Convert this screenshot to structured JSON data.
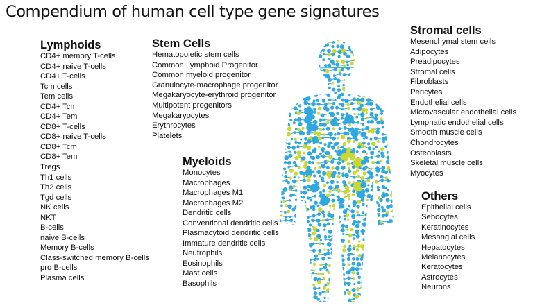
{
  "title": "Compendium of human cell type gene signatures",
  "colors": {
    "molecule_blue": "#2fa8e0",
    "molecule_yellow": "#c8d830",
    "text": "#111111",
    "background": "#ffffff"
  },
  "figure": {
    "icon": "human-body-molecules-icon"
  },
  "groups": {
    "lymphoids": {
      "heading": "Lymphoids",
      "items": [
        "CD4+ memory T-cells",
        "CD4+ naive T-cells",
        "CD4+ T-cells",
        "Tcm cells",
        "Tem cells",
        "CD4+ Tcm",
        "CD4+ Tem",
        "CD8+ T-cells",
        "CD8+ naive T-cells",
        "CD8+ Tcm",
        "CD8+ Tem",
        "Tregs",
        "Th1 cells",
        "Th2 cells",
        "Tgd cells",
        "NK cells",
        "NKT",
        "B-cells",
        "naive B-cells",
        "Memory B-cells",
        "Class-switched memory B-cells",
        "pro B-cells",
        "Plasma cells"
      ]
    },
    "stem_cells": {
      "heading": "Stem Cells",
      "items": [
        "Hematopoietic stem cells",
        "Common Lymphoid Progenitor",
        "Common myeloid progenitor",
        "Granulocyte-macrophage progenitor",
        "Megakaryocyte-erythroid progenitor",
        "Multipotent progenitors",
        "Megakaryocytes",
        "Erythrocytes",
        "Platelets"
      ]
    },
    "myeloids": {
      "heading": "Myeloids",
      "items": [
        "Monocytes",
        "Macrophages",
        "Macrophages M1",
        "Macrophages M2",
        "Dendritic cells",
        "Conventional dendritic cells",
        "Plasmacytoid dendritic cells",
        "Immature dendritic cells",
        "Neutrophils",
        "Eosinophils",
        "Mast cells",
        "Basophils"
      ]
    },
    "stromal": {
      "heading": "Stromal cells",
      "items": [
        "Mesenchymal stem cells",
        "Adipocytes",
        "Preadipocytes",
        "Stromal cells",
        "Fibroblasts",
        "Pericytes",
        "Endothelial cells",
        "Microvascular endothelial cells",
        "Lymphatic endothelial cells",
        "Smooth muscle cells",
        "Chondrocytes",
        "Osteoblasts",
        "Skeletal muscle cells",
        "Myocytes"
      ]
    },
    "others": {
      "heading": "Others",
      "items": [
        "Epithelial cells",
        "Sebocytes",
        "Keratinocytes",
        "Mesangial cells",
        "Hepatocytes",
        "Melanocytes",
        "Keratocytes",
        "Astrocytes",
        "Neurons"
      ]
    }
  }
}
